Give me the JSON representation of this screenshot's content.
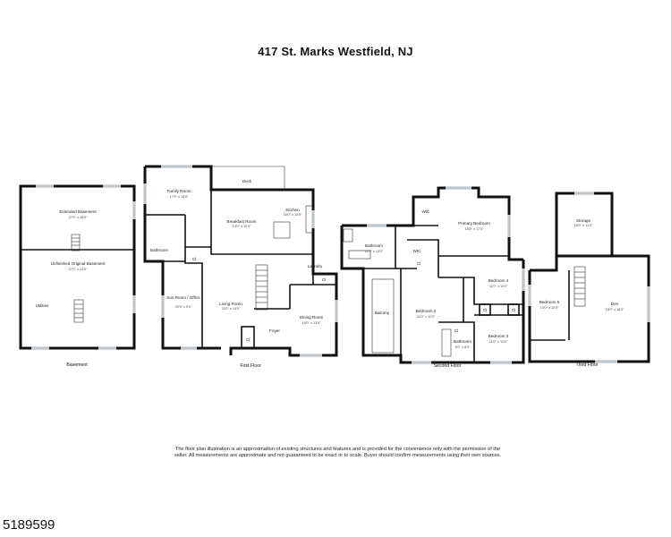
{
  "title": "417 St. Marks Westfield, NJ",
  "floors": {
    "basement": {
      "name": "Basement",
      "rooms": [
        {
          "label": "Extended Basement",
          "dims": "27'0\" x 18'0\""
        },
        {
          "label": "Unfinished Original Basement",
          "dims": "27'0\" x 23'0\""
        },
        {
          "label": "Utilities",
          "dims": ""
        }
      ]
    },
    "first": {
      "name": "First Floor",
      "rooms": [
        {
          "label": "Deck",
          "dims": ""
        },
        {
          "label": "Family Room",
          "dims": "17'0\" x 14'0\""
        },
        {
          "label": "Kitchen",
          "dims": "16'0\" x 10'0\""
        },
        {
          "label": "Breakfast Room",
          "dims": "13'0\" x 10'0\""
        },
        {
          "label": "Bathroom",
          "dims": ""
        },
        {
          "label": "Cl",
          "dims": ""
        },
        {
          "label": "Laundry",
          "dims": ""
        },
        {
          "label": "Cl",
          "dims": ""
        },
        {
          "label": "Sun Room / Office",
          "dims": "20'0\" x 9'0\""
        },
        {
          "label": "Living Room",
          "dims": "22'0\" x 14'0\""
        },
        {
          "label": "Dining Room",
          "dims": "15'0\" x 13'0\""
        },
        {
          "label": "Foyer",
          "dims": ""
        },
        {
          "label": "Cl",
          "dims": ""
        }
      ]
    },
    "second": {
      "name": "Second Floor",
      "rooms": [
        {
          "label": "WIC",
          "dims": ""
        },
        {
          "label": "Primary Bedroom",
          "dims": "15'8\" x 17'0\""
        },
        {
          "label": "Bathroom",
          "dims": "11'0\" x 13'0\""
        },
        {
          "label": "WIC",
          "dims": ""
        },
        {
          "label": "Cl",
          "dims": ""
        },
        {
          "label": "Bedroom 4",
          "dims": "11'0\" x 11'0\""
        },
        {
          "label": "Balcony",
          "dims": ""
        },
        {
          "label": "Bedroom 2",
          "dims": "21'0\" x 11'0\""
        },
        {
          "label": "Cl",
          "dims": ""
        },
        {
          "label": "Cl",
          "dims": ""
        },
        {
          "label": "Cl",
          "dims": ""
        },
        {
          "label": "Bathroom",
          "dims": "9'0\" x 8'0\""
        },
        {
          "label": "Bedroom 3",
          "dims": "11'0\" x 11'0\""
        }
      ]
    },
    "third": {
      "name": "Third Floor",
      "rooms": [
        {
          "label": "Storage",
          "dims": "15'0\" x 11'0\""
        },
        {
          "label": "Bedroom 5",
          "dims": "14'0\" x 10'0\""
        },
        {
          "label": "Den",
          "dims": "18'0\" x 18'0\""
        }
      ]
    }
  },
  "disclaimer": "The floor plan illustration is an approximation of existing structures and features and is provided for the convenience only with the permission of the seller. All measurements are approximate and not guaranteed to be exact or to scale. Buyer should confirm measurements using their own sources.",
  "listing_id": "5189599"
}
